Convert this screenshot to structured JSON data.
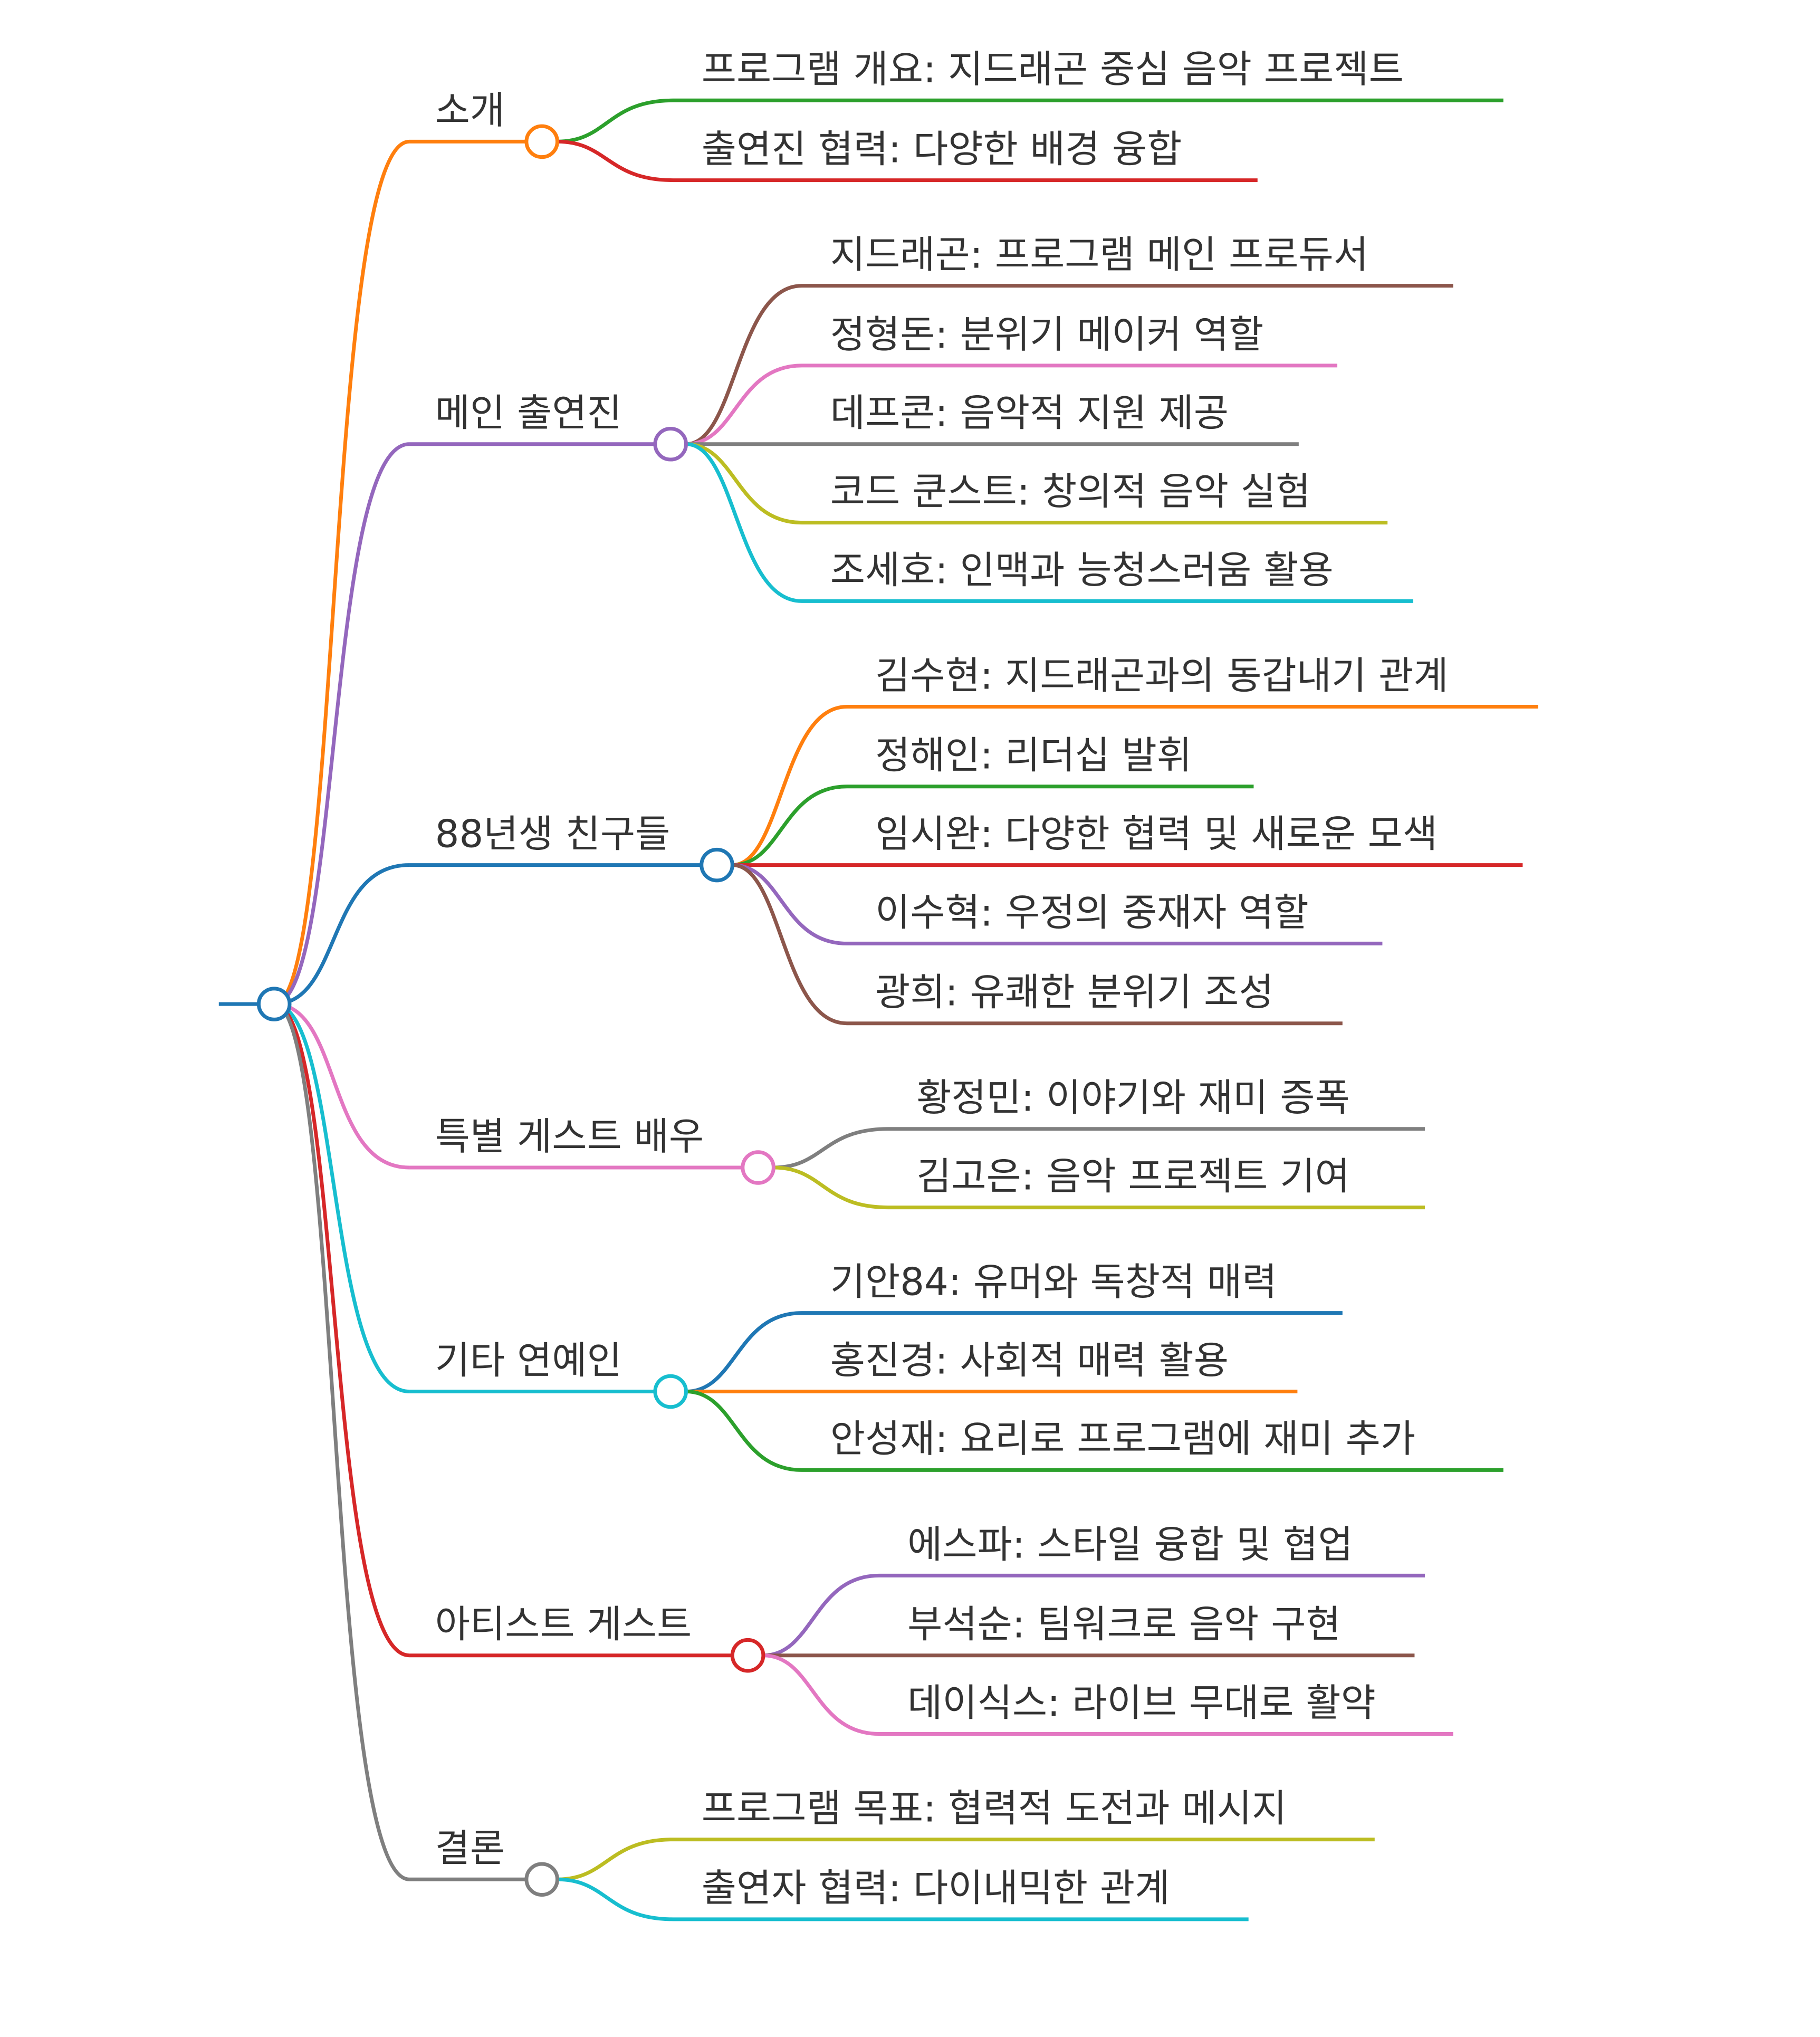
{
  "mindmap": {
    "root": {
      "label": "",
      "color": "#1f77b4"
    },
    "branches": [
      {
        "label": "소개",
        "color": "#ff7f0e",
        "children": [
          {
            "label": "프로그램 개요: 지드래곤 중심 음악 프로젝트",
            "color": "#2ca02c"
          },
          {
            "label": "출연진 협력: 다양한 배경 융합",
            "color": "#d62728"
          }
        ]
      },
      {
        "label": "메인 출연진",
        "color": "#9467bd",
        "children": [
          {
            "label": "지드래곤: 프로그램 메인 프로듀서",
            "color": "#8c564b"
          },
          {
            "label": "정형돈: 분위기 메이커 역할",
            "color": "#e377c2"
          },
          {
            "label": "데프콘: 음악적 지원 제공",
            "color": "#7f7f7f"
          },
          {
            "label": "코드 쿤스트: 창의적 음악 실험",
            "color": "#bcbd22"
          },
          {
            "label": "조세호: 인맥과 능청스러움 활용",
            "color": "#17becf"
          }
        ]
      },
      {
        "label": "88년생 친구들",
        "color": "#1f77b4",
        "children": [
          {
            "label": "김수현: 지드래곤과의 동갑내기 관계",
            "color": "#ff7f0e"
          },
          {
            "label": "정해인: 리더십 발휘",
            "color": "#2ca02c"
          },
          {
            "label": "임시완: 다양한 협력 및 새로운 모색",
            "color": "#d62728"
          },
          {
            "label": "이수혁: 우정의 중재자 역할",
            "color": "#9467bd"
          },
          {
            "label": "광희: 유쾌한 분위기 조성",
            "color": "#8c564b"
          }
        ]
      },
      {
        "label": "특별 게스트 배우",
        "color": "#e377c2",
        "children": [
          {
            "label": "황정민: 이야기와 재미 증폭",
            "color": "#7f7f7f"
          },
          {
            "label": "김고은: 음악 프로젝트 기여",
            "color": "#bcbd22"
          }
        ]
      },
      {
        "label": "기타 연예인",
        "color": "#17becf",
        "children": [
          {
            "label": "기안84: 유머와 독창적 매력",
            "color": "#1f77b4"
          },
          {
            "label": "홍진경: 사회적 매력 활용",
            "color": "#ff7f0e"
          },
          {
            "label": "안성재: 요리로 프로그램에 재미 추가",
            "color": "#2ca02c"
          }
        ]
      },
      {
        "label": "아티스트 게스트",
        "color": "#d62728",
        "children": [
          {
            "label": "에스파: 스타일 융합 및 협업",
            "color": "#9467bd"
          },
          {
            "label": "부석순: 팀워크로 음악 구현",
            "color": "#8c564b"
          },
          {
            "label": "데이식스: 라이브 무대로 활약",
            "color": "#e377c2"
          }
        ]
      },
      {
        "label": "결론",
        "color": "#7f7f7f",
        "children": [
          {
            "label": "프로그램 목표: 협력적 도전과 메시지",
            "color": "#bcbd22"
          },
          {
            "label": "출연자 협력: 다이내믹한 관계",
            "color": "#17becf"
          }
        ]
      }
    ]
  }
}
